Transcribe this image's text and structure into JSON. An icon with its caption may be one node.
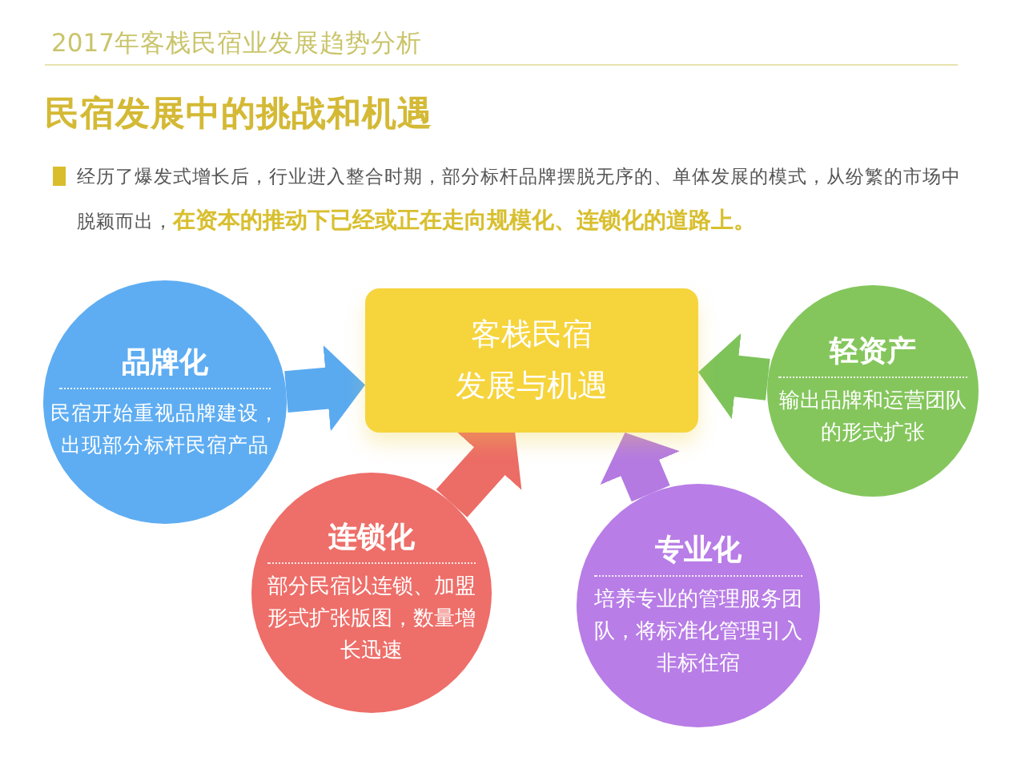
{
  "diagram": {
    "title": "2017年客栈民宿业发展趋势分析",
    "nodes": [
      {
        "text": [
          "品牌化",
          "民宿开始重视品牌建设，出现部分标杆民宿产品"
        ]
      },
      {
        "text": [
          "客栈民宿发展与机遇"
        ]
      },
      {
        "text": [
          "轻资产",
          "输出品牌和运营团队的形式扩张"
        ]
      },
      {
        "text": [
          "连锁化",
          "部分民宿以连锁、加盟形式扩张版图，数量增长迅速"
        ]
      },
      {
        "text": [
          "专业化",
          "培养专业的管理服务团队，将标准化管理引入非标住宿"
        ]
      }
    ],
    "edges": [
      {
        "from": 0,
        "to": 1,
        "arrow": "to",
        "color": "#5aaaf0"
      },
      {
        "from": 2,
        "to": 1,
        "arrow": "to",
        "color": "#7dc35a"
      },
      {
        "from": 3,
        "to": 1,
        "arrow": "to",
        "color": "#ec6c66"
      },
      {
        "from": 4,
        "to": 1,
        "arrow": "to",
        "color": "#b47ae2"
      }
    ],
    "labels": [
      "民宿发展中的挑战和机遇",
      "经历了爆发式增长后，行业进入整合时期，部分标杆品牌摆脱无序的、单体发展的模式，从纷繁的市场中脱颖而出，**在资本的推动下已经或正在走向规模化、连锁化的道路上。**"
    ]
  }
}
